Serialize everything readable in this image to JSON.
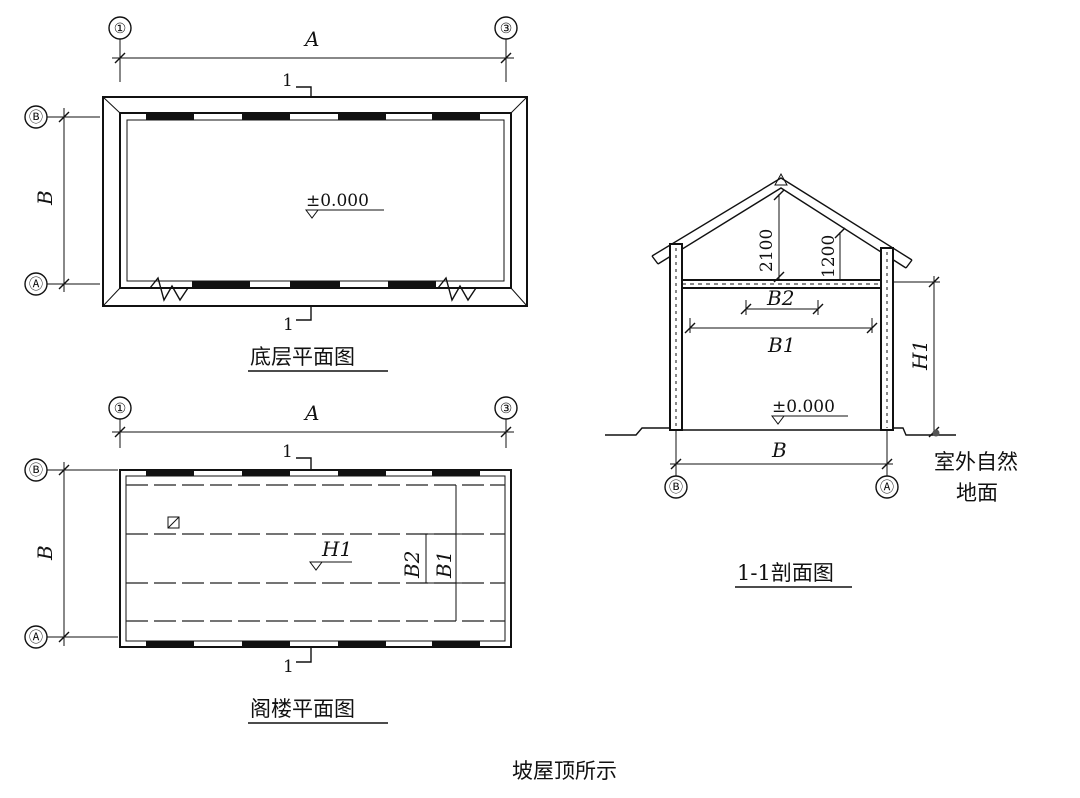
{
  "floor_plan": {
    "axis_left": "①",
    "axis_right": "③",
    "axis_top": "Ⓑ",
    "axis_bottom": "Ⓐ",
    "dim_length": "A",
    "dim_width": "B",
    "section_mark": "1",
    "level": "±0.000",
    "title": "底层平面图"
  },
  "attic_plan": {
    "axis_left": "①",
    "axis_right": "③",
    "axis_top": "Ⓑ",
    "axis_bottom": "Ⓐ",
    "dim_length": "A",
    "dim_width": "B",
    "section_mark": "1",
    "level": "H1",
    "dim_inner": "B2",
    "dim_outer": "B1",
    "title": "阁楼平面图"
  },
  "section": {
    "height_outer": "2100",
    "height_inner": "1200",
    "dim_inner": "B2",
    "dim_outer": "B1",
    "dim_height": "H1",
    "level": "±0.000",
    "dim_width": "B",
    "axis_left": "Ⓑ",
    "axis_right": "Ⓐ",
    "ground_label_line1": "室外自然",
    "ground_label_line2": "地面",
    "title": "1-1剖面图"
  },
  "caption": "坡屋顶所示"
}
